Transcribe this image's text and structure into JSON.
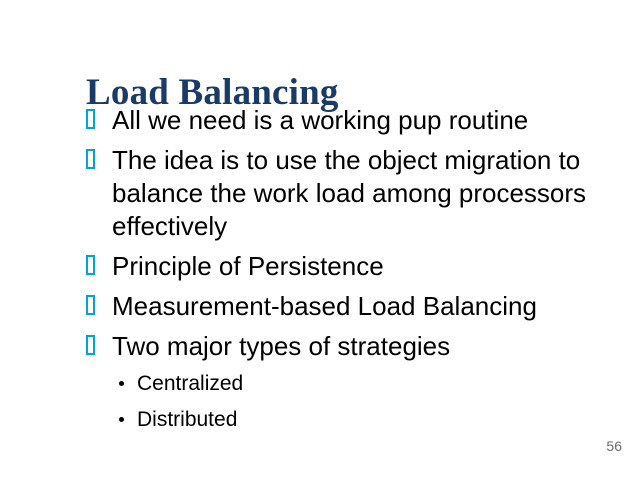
{
  "slide": {
    "title": "Load Balancing",
    "page_number": "56",
    "colors": {
      "background": "#ffffff",
      "title": "#1a3a68",
      "body_text": "#000000",
      "bullet_marker": "#00a5d4",
      "page_number": "#6b6b6b"
    },
    "bullets": [
      {
        "level": 1,
        "marker": "tofu-rectangle-icon",
        "text": "All we need is a working pup routine"
      },
      {
        "level": 1,
        "marker": "tofu-rectangle-icon",
        "text": "The idea is to use the object migration to balance the work load among processors effectively"
      },
      {
        "level": 1,
        "marker": "tofu-rectangle-icon",
        "text": "Principle of Persistence"
      },
      {
        "level": 1,
        "marker": "tofu-rectangle-icon",
        "text": "Measurement-based Load Balancing"
      },
      {
        "level": 1,
        "marker": "tofu-rectangle-icon",
        "text": "Two major types of strategies"
      }
    ],
    "sub_bullets": [
      {
        "level": 2,
        "marker": "round-dot-icon",
        "text": "Centralized"
      },
      {
        "level": 2,
        "marker": "round-dot-icon",
        "text": "Distributed"
      }
    ]
  }
}
